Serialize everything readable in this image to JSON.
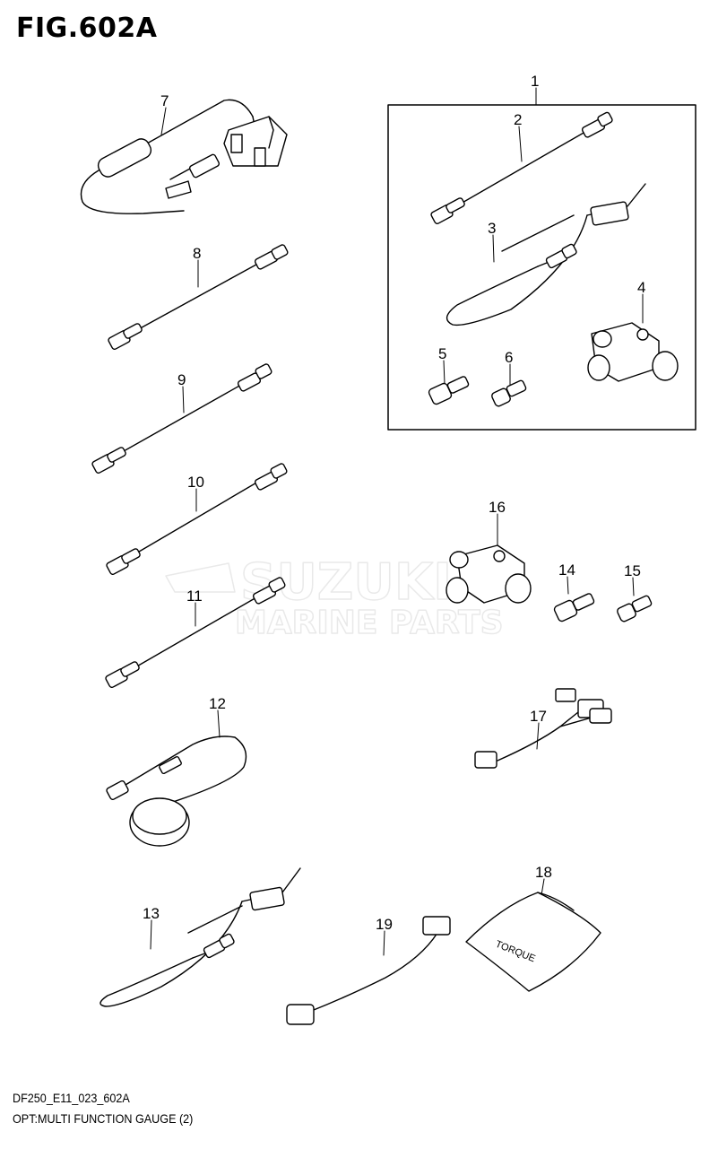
{
  "figure": {
    "title": "FIG.602A",
    "code": "DF250_E11_023_602A",
    "caption": "OPT:MULTI FUNCTION GAUGE (2)"
  },
  "watermark": {
    "line1": "SUZUKI",
    "line2": "MARINE PARTS"
  },
  "callouts": [
    "1",
    "2",
    "3",
    "4",
    "5",
    "6",
    "7",
    "8",
    "9",
    "10",
    "11",
    "12",
    "13",
    "14",
    "15",
    "16",
    "17",
    "18",
    "19"
  ],
  "packet_text": "TORQUE"
}
